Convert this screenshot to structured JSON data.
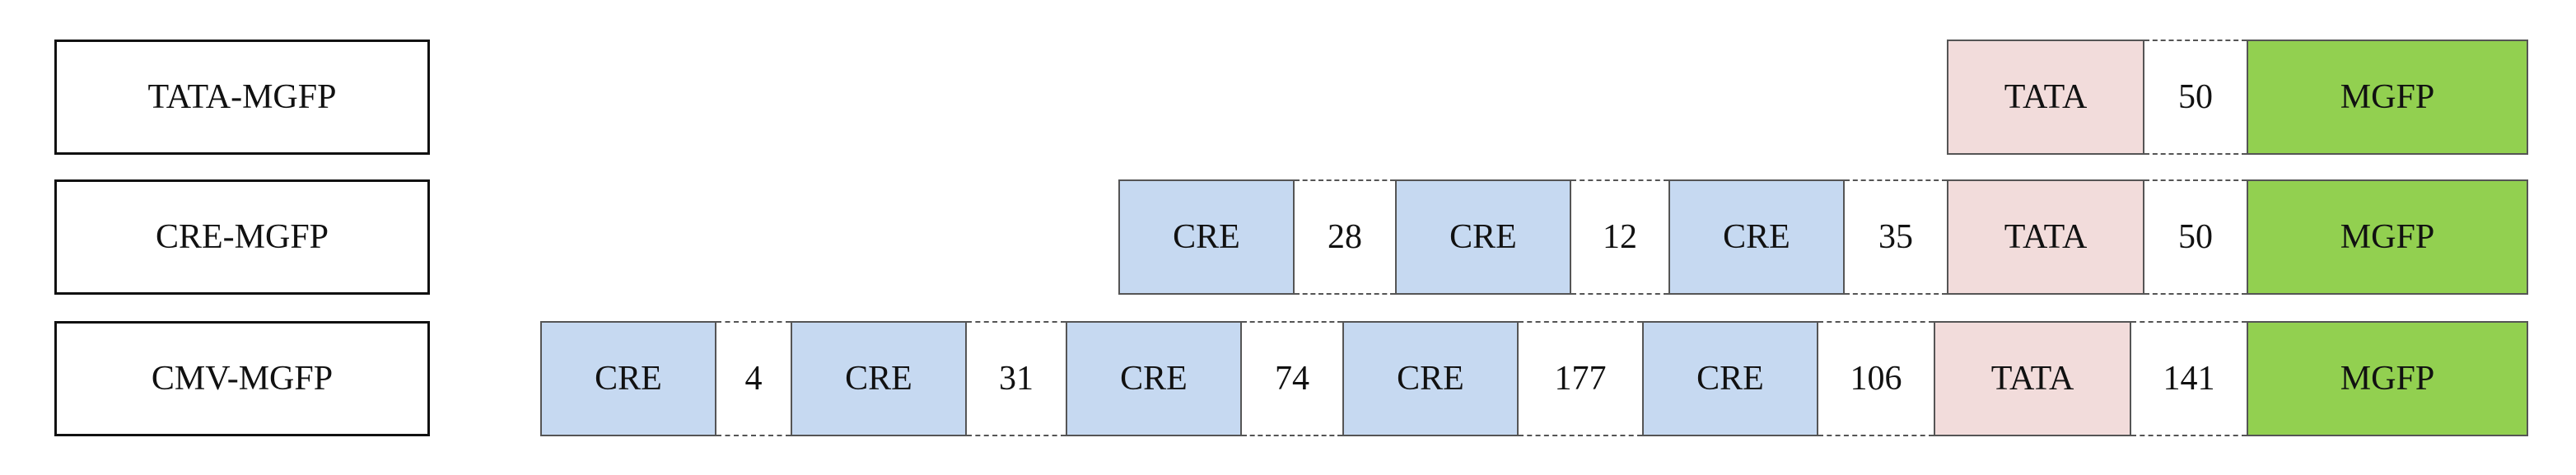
{
  "constructs": [
    {
      "name": "TATA-MGFP",
      "elements": [
        {
          "kind": "TATA",
          "text": "TATA"
        },
        {
          "kind": "spacer",
          "text": "50"
        },
        {
          "kind": "MGFP",
          "text": "MGFP"
        }
      ]
    },
    {
      "name": "CRE-MGFP",
      "elements": [
        {
          "kind": "CRE",
          "text": "CRE"
        },
        {
          "kind": "spacer",
          "text": "28"
        },
        {
          "kind": "CRE",
          "text": "CRE"
        },
        {
          "kind": "spacer",
          "text": "12"
        },
        {
          "kind": "CRE",
          "text": "CRE"
        },
        {
          "kind": "spacer",
          "text": "35"
        },
        {
          "kind": "TATA",
          "text": "TATA"
        },
        {
          "kind": "spacer",
          "text": "50"
        },
        {
          "kind": "MGFP",
          "text": "MGFP"
        }
      ]
    },
    {
      "name": "CMV-MGFP",
      "elements": [
        {
          "kind": "CRE",
          "text": "CRE"
        },
        {
          "kind": "spacer",
          "text": "4"
        },
        {
          "kind": "CRE",
          "text": "CRE"
        },
        {
          "kind": "spacer",
          "text": "31"
        },
        {
          "kind": "CRE",
          "text": "CRE"
        },
        {
          "kind": "spacer",
          "text": "74"
        },
        {
          "kind": "CRE",
          "text": "CRE"
        },
        {
          "kind": "spacer",
          "text": "177"
        },
        {
          "kind": "CRE",
          "text": "CRE"
        },
        {
          "kind": "spacer",
          "text": "106"
        },
        {
          "kind": "TATA",
          "text": "TATA"
        },
        {
          "kind": "spacer",
          "text": "141"
        },
        {
          "kind": "MGFP",
          "text": "MGFP"
        }
      ]
    }
  ],
  "colors": {
    "CRE": "#c6d9f1",
    "TATA": "#f2dcdb",
    "MGFP": "#92d050"
  }
}
